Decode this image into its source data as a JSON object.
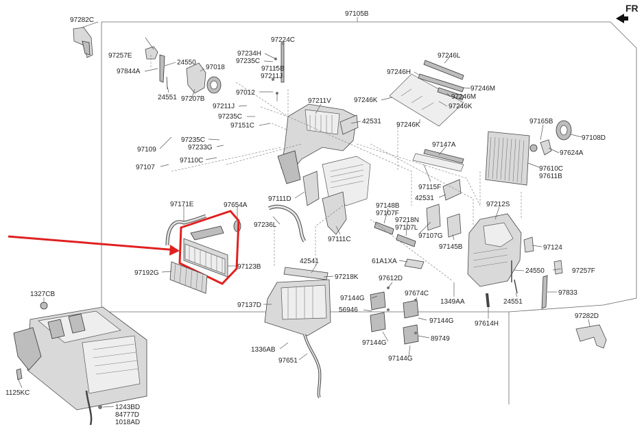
{
  "direction_indicator": "FR",
  "highlight_color": "#e02020",
  "labels": {
    "l97105B": "97105B",
    "l97282C": "97282C",
    "l97257E_top": "97257E",
    "l24550_top": "24550",
    "l97018": "97018",
    "l97844A": "97844A",
    "l97207B": "97207B",
    "l24551_top": "24551",
    "l97224C": "97224C",
    "l97234H": "97234H",
    "l97235C_a": "97235C",
    "l97115B": "97115B",
    "l97211J_a": "97211J",
    "l97012": "97012",
    "l97211J_b": "97211J",
    "l97235C_b": "97235C",
    "l97151C": "97151C",
    "l97211V": "97211V",
    "l42531_a": "42531",
    "l97246L": "97246L",
    "l97246H": "97246H",
    "l97246M_a": "97246M",
    "l97246M_b": "97246M",
    "l97246K_a": "97246K",
    "l97246K_b": "97246K",
    "l97246K_c": "97246K",
    "l97165B": "97165B",
    "l97108D": "97108D",
    "l97624A": "97624A",
    "l97610C": "97610C",
    "l97611B": "97611B",
    "l97109": "97109",
    "l97235C_c": "97235C",
    "l97233G": "97233G",
    "l97110C": "97110C",
    "l97107": "97107",
    "l97147A": "97147A",
    "l97115F": "97115F",
    "l42531_b": "42531",
    "l97111D": "97111D",
    "l97171E": "97171E",
    "l97654A": "97654A",
    "l97236L": "97236L",
    "l97111C": "97111C",
    "l97148B": "97148B",
    "l97107F": "97107F",
    "l97218N": "97218N",
    "l97107L": "97107L",
    "l97107G": "97107G",
    "l97145B": "97145B",
    "l97212S": "97212S",
    "l97124": "97124",
    "l97123B": "97123B",
    "l97192G": "97192G",
    "l42541": "42541",
    "l97218K": "97218K",
    "l61A1XA": "61A1XA",
    "l24550_b": "24550",
    "l97257F": "97257F",
    "l97612D": "97612D",
    "l97833": "97833",
    "l1327CB": "1327CB",
    "l97144G_a": "97144G",
    "l97674C": "97674C",
    "l1349AA": "1349AA",
    "l24551_b": "24551",
    "l97137D": "97137D",
    "l56946": "56946",
    "l97144G_b": "97144G",
    "l97614H": "97614H",
    "l97282D": "97282D",
    "l89749": "89749",
    "l97144G_c": "97144G",
    "l1336AB": "1336AB",
    "l97144G_d": "97144G",
    "l97651": "97651",
    "l1125KC": "1125KC",
    "l1243BD": "1243BD",
    "l84777D": "84777D",
    "l1018AD": "1018AD"
  }
}
